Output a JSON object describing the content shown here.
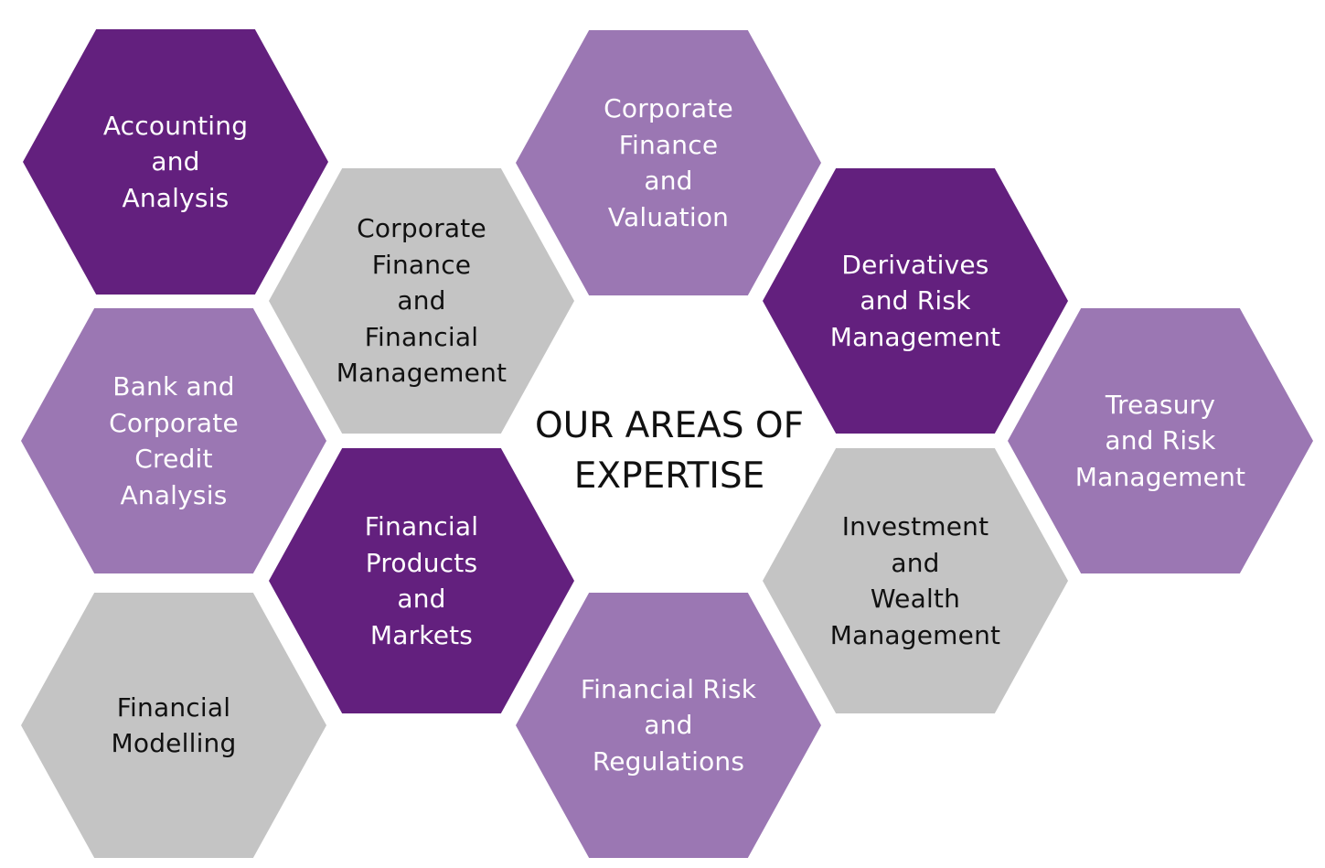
{
  "title": "OUR AREAS OF\nEXPERTISE",
  "colors": {
    "dark_purple": "#63207e",
    "light_purple": "#9b77b3",
    "grey": "#c4c4c4"
  },
  "areas": [
    {
      "label": "Accounting\nand\nAnalysis",
      "tone": "dark"
    },
    {
      "label": "Corporate\nFinance\nand\nFinancial\nManagement",
      "tone": "grey"
    },
    {
      "label": "Corporate\nFinance\nand\nValuation",
      "tone": "mid"
    },
    {
      "label": "Derivatives\nand Risk\nManagement",
      "tone": "dark"
    },
    {
      "label": "Bank and\nCorporate\nCredit\nAnalysis",
      "tone": "mid"
    },
    {
      "label": "Treasury\nand Risk\nManagement",
      "tone": "mid"
    },
    {
      "label": "Financial\nProducts\nand\nMarkets",
      "tone": "dark"
    },
    {
      "label": "Investment\nand\nWealth\nManagement",
      "tone": "grey"
    },
    {
      "label": "Financial\nModelling",
      "tone": "grey"
    },
    {
      "label": "Financial Risk\nand\nRegulations",
      "tone": "mid"
    }
  ]
}
